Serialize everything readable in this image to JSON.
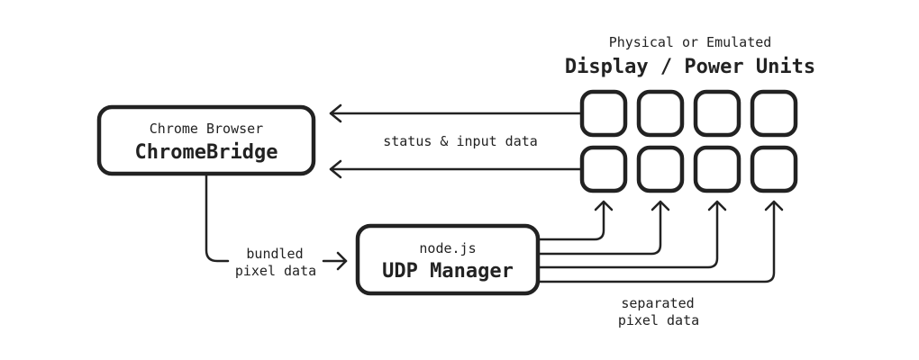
{
  "units": {
    "subtitle": "Physical or Emulated",
    "title": "Display / Power Units",
    "count": 8
  },
  "chrome": {
    "subtitle": "Chrome Browser",
    "title": "ChromeBridge"
  },
  "udp": {
    "subtitle": "node.js",
    "title": "UDP Manager"
  },
  "labels": {
    "status": "status & input data",
    "bundled": [
      "bundled",
      "pixel data"
    ],
    "separated": [
      "separated",
      "pixel data"
    ]
  },
  "colors": {
    "stroke": "#222222",
    "background": "#ffffff"
  }
}
